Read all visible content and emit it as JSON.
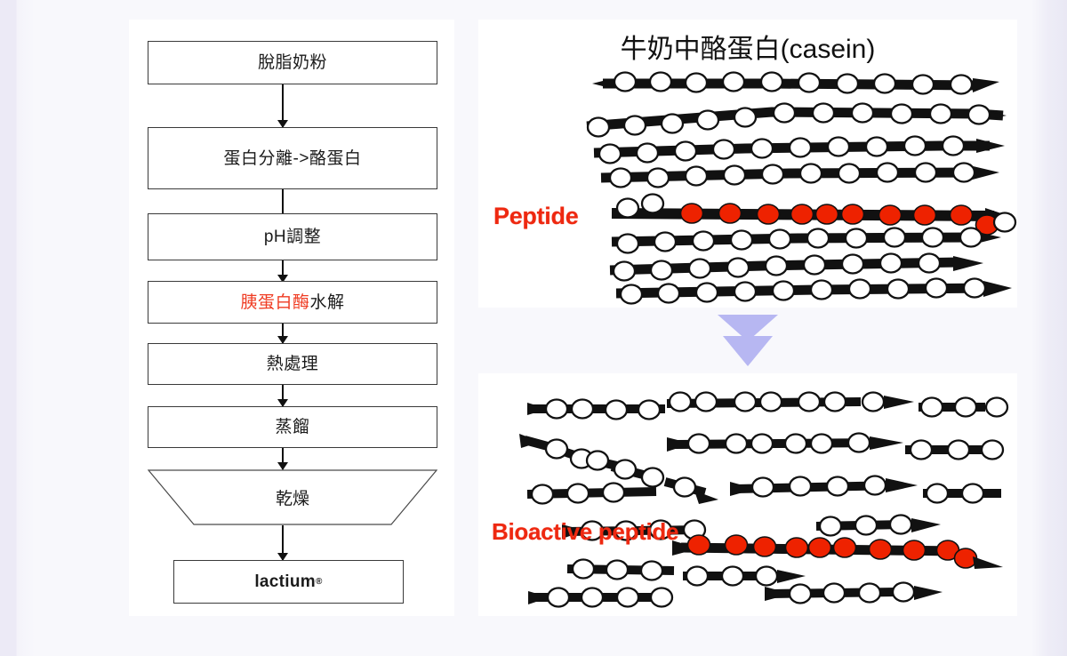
{
  "colors": {
    "page_background": "#f8f8fc",
    "page_margin": "#eceaf6",
    "card_background": "#ffffff",
    "box_border": "#3a3a3a",
    "connector": "#111111",
    "highlight_red": "#ef3b22",
    "peptide_red": "#ee2200",
    "transition_arrow": "#b7b7f2",
    "text": "#1b1b1b"
  },
  "flowchart": {
    "name": "lactium-production-process",
    "steps": [
      {
        "id": "step-1",
        "label": "脫脂奶粉",
        "shape": "rect"
      },
      {
        "id": "step-2",
        "label": "蛋白分離->酪蛋白",
        "shape": "rect"
      },
      {
        "id": "step-3",
        "label": "pH調整",
        "shape": "rect"
      },
      {
        "id": "step-4",
        "label_highlight": "胰蛋白酶",
        "label_rest": "水解",
        "shape": "rect",
        "highlighted": "true"
      },
      {
        "id": "step-5",
        "label": "熱處理",
        "shape": "rect"
      },
      {
        "id": "step-6",
        "label": "蒸餾",
        "shape": "rect"
      },
      {
        "id": "step-7",
        "label": "乾燥",
        "shape": "trapezoid"
      },
      {
        "id": "step-8",
        "label": "lactium",
        "trademark": "®",
        "shape": "rect",
        "emphasis": "bold"
      }
    ]
  },
  "casein_panel": {
    "title": "牛奶中酪蛋白(casein)",
    "label": "Peptide",
    "icon": "protein-chain-diagram"
  },
  "transition": {
    "icon": "double-chevron-down-icon"
  },
  "hydrolysed_panel": {
    "label": "Bioactive peptide",
    "icon": "hydrolysed-peptide-chain-diagram"
  }
}
